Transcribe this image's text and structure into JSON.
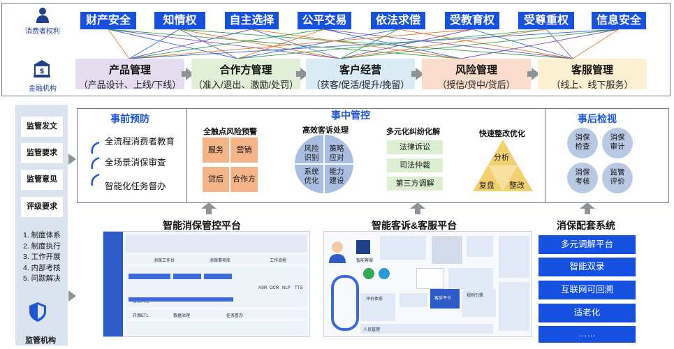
{
  "rights": {
    "label": "消费者权利",
    "items": [
      "财产安全",
      "知情权",
      "自主选择",
      "公平交易",
      "依法求偿",
      "受教育权",
      "受尊重权",
      "信息安全"
    ]
  },
  "institution": {
    "label": "金融机构",
    "boxes": [
      {
        "title": "产品管理",
        "sub": "（产品设计、上线/下线）",
        "color": "#e6dcef"
      },
      {
        "title": "合作方管理",
        "sub": "（准入/退出、激励/处罚）",
        "color": "#e0efd6"
      },
      {
        "title": "客户经营",
        "sub": "（获客/促活/提升/挽留）",
        "color": "#d9ecf5"
      },
      {
        "title": "风险管理",
        "sub": "（授信/贷中/贷后）",
        "color": "#f9dccb"
      },
      {
        "title": "客服管理",
        "sub": "（线上、线下服务）",
        "color": "#fbf0d2"
      }
    ]
  },
  "regulator": {
    "chips": [
      "监管发文",
      "监管要求",
      "监管意见",
      "评级要求"
    ],
    "list": [
      "1. 制度体系",
      "2. 制度执行",
      "3. 工作开展",
      "4. 内部考核",
      "5. 问题解决"
    ],
    "label": "监管机构"
  },
  "pre": {
    "title": "事前预防",
    "items": [
      "全流程消费者教育",
      "全场景消保审查",
      "智能化任务督办"
    ]
  },
  "mid": {
    "title": "事中管控",
    "risk": {
      "title": "全触点风险预警",
      "cells": [
        "服务",
        "营销",
        "贷后",
        "合作方"
      ]
    },
    "complaint": {
      "title": "高效客诉处理",
      "quads": [
        "风险\n识别",
        "策略\n应对",
        "系统\n优化",
        "能力\n建设"
      ]
    },
    "dispute": {
      "title": "多元化纠纷化解",
      "items": [
        "法律诉讼",
        "司法仲裁",
        "第三方调解"
      ]
    },
    "rectify": {
      "title": "快速整改优化",
      "parts": [
        "分析",
        "复盘",
        "整改"
      ]
    }
  },
  "post": {
    "title": "事后检视",
    "circles": [
      "消保\n检查",
      "消保\n审计",
      "消保\n考核",
      "监管\n评价"
    ]
  },
  "platforms": {
    "p1": "智能消保管控平台",
    "p2": "智能客诉&客服平台",
    "p3": "消保配套系统",
    "p3_items": [
      "多元调解平台",
      "智能双录",
      "互联网可回溯",
      "适老化",
      "……"
    ]
  },
  "thumb1": {
    "rows": [
      "消保工作台",
      "消保事项库",
      "工作流程",
      "ASR",
      "OCR",
      "NLP",
      "TTS",
      "智能风控",
      "数据治理",
      "任务督办",
      "开源ETL"
    ]
  },
  "thumb2": {
    "labels": [
      "智能客服",
      "客诉平台",
      "评价体系",
      "人员管理",
      "规则引擎"
    ]
  },
  "colors": {
    "primary": "#1650e0",
    "accent_title": "#1c55d8",
    "arrow": "#8e9397"
  }
}
